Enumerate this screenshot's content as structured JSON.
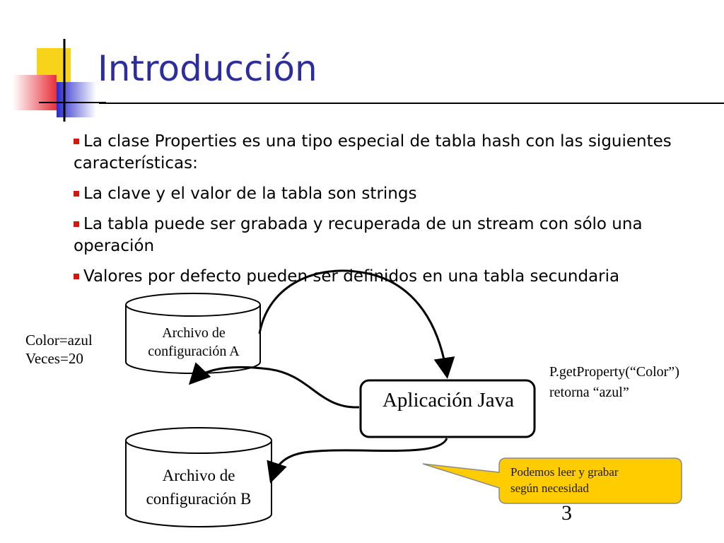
{
  "slide": {
    "title": "Introducción",
    "bullets": [
      "La clase Properties es una tipo especial de tabla hash con las siguientes características:",
      "La clave y el valor de la tabla son strings",
      "La tabla puede ser grabada y recuperada de un stream con sólo una operación",
      "Valores por defecto pueden ser definidos en una tabla secundaria"
    ],
    "page_number": "3"
  },
  "diagram": {
    "properties_text": [
      "Color=azul",
      "Veces=20"
    ],
    "file_a_label": [
      "Archivo de",
      "configuración A"
    ],
    "file_b_label": [
      "Archivo de",
      "configuración B"
    ],
    "app_label": "Aplicación Java",
    "get_property_text": [
      "P.getProperty(“Color”)",
      "retorna “azul”"
    ],
    "callout_text": [
      "Podemos leer y grabar",
      "según necesidad"
    ]
  },
  "colors": {
    "title": "#2d2d9e",
    "bullet": "#d11a0d",
    "callout_fill": "#ffcc00",
    "deco_yellow": "#f7d31a",
    "deco_red": "#e8303a",
    "deco_blue": "#2a2acc"
  }
}
